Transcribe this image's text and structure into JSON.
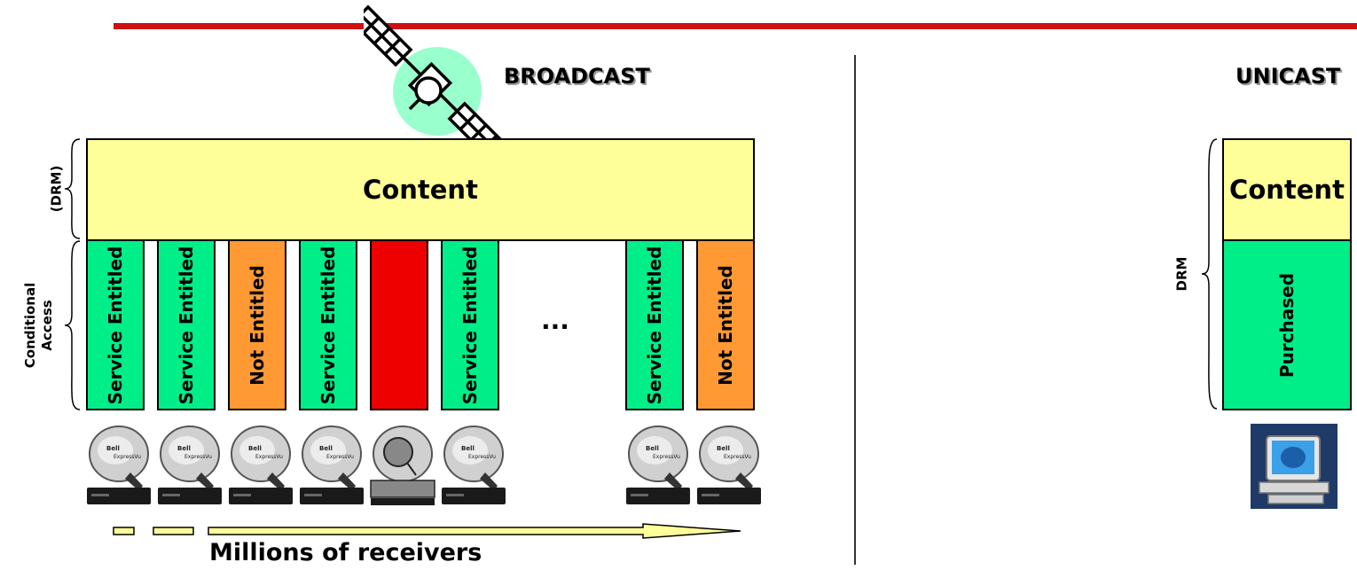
{
  "broadcast": {
    "heading": "BROADCAST",
    "content_label": "Content",
    "brace_drm_label": "(DRM)",
    "brace_ca_label_line1": "Conditional",
    "brace_ca_label_line2": "Access",
    "ellipsis": "...",
    "receivers_caption": "Millions of receivers",
    "bars": [
      {
        "label": "Service Entitled",
        "status": "entitled"
      },
      {
        "label": "Service Entitled",
        "status": "entitled"
      },
      {
        "label": "Not Entitled",
        "status": "not-entitled"
      },
      {
        "label": "Service Entitled",
        "status": "entitled"
      },
      {
        "label": "",
        "status": "blocked"
      },
      {
        "label": "Service Entitled",
        "status": "entitled"
      },
      {
        "label": "Service Entitled",
        "status": "entitled"
      },
      {
        "label": "Not Entitled",
        "status": "not-entitled"
      }
    ],
    "receiver_brand": "Bell",
    "receiver_model": "ExpressVu"
  },
  "unicast": {
    "heading": "UNICAST",
    "content_label": "Content",
    "brace_label": "DRM",
    "bar_label": "Purchased"
  },
  "colors": {
    "title_rule": "#cc1111",
    "entitled": "#00ee88",
    "not_entitled": "#ff9933",
    "blocked": "#ee0000",
    "content": "#ffff99",
    "satellite_glow": "#99ffcc"
  },
  "icons": [
    "satellite-icon",
    "satellite-dish-icon",
    "computer-icon"
  ]
}
